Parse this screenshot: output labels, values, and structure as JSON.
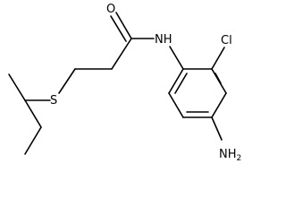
{
  "molecule": {
    "atoms": {
      "O": "O",
      "NH": "NH",
      "Cl": "Cl",
      "S": "S",
      "NH2": "NH",
      "NH2_sub": "2"
    }
  }
}
